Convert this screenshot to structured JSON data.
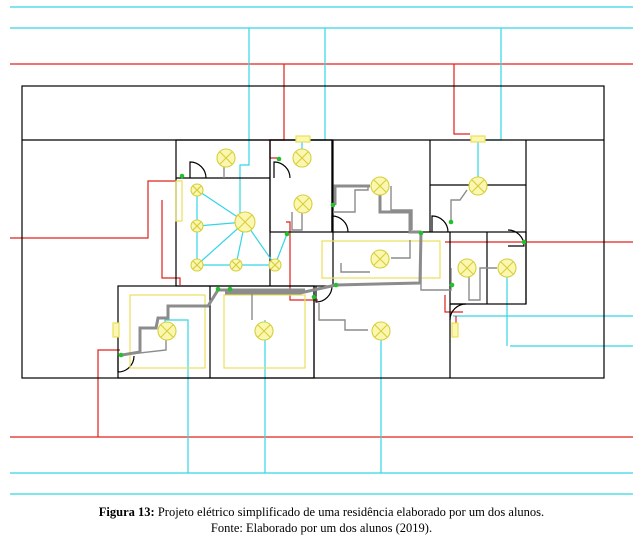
{
  "caption": {
    "figure_label": "Figura 13:",
    "figure_text": " Projeto elétrico simplificado de uma residência elaborado por um dos alunos.",
    "source": "Fonte: Elaborado por um dos alunos (2019)."
  },
  "colors": {
    "wall": "#000000",
    "cyan_wire": "#33d6e6",
    "red_wire": "#e0201c",
    "yellow_outline": "#e8e05a",
    "lamp_fill": "#fbf7b0",
    "lamp_stroke": "#d6cf3a",
    "gray_conduit": "#8c8c8c",
    "switch_dot": "#22c02a"
  }
}
